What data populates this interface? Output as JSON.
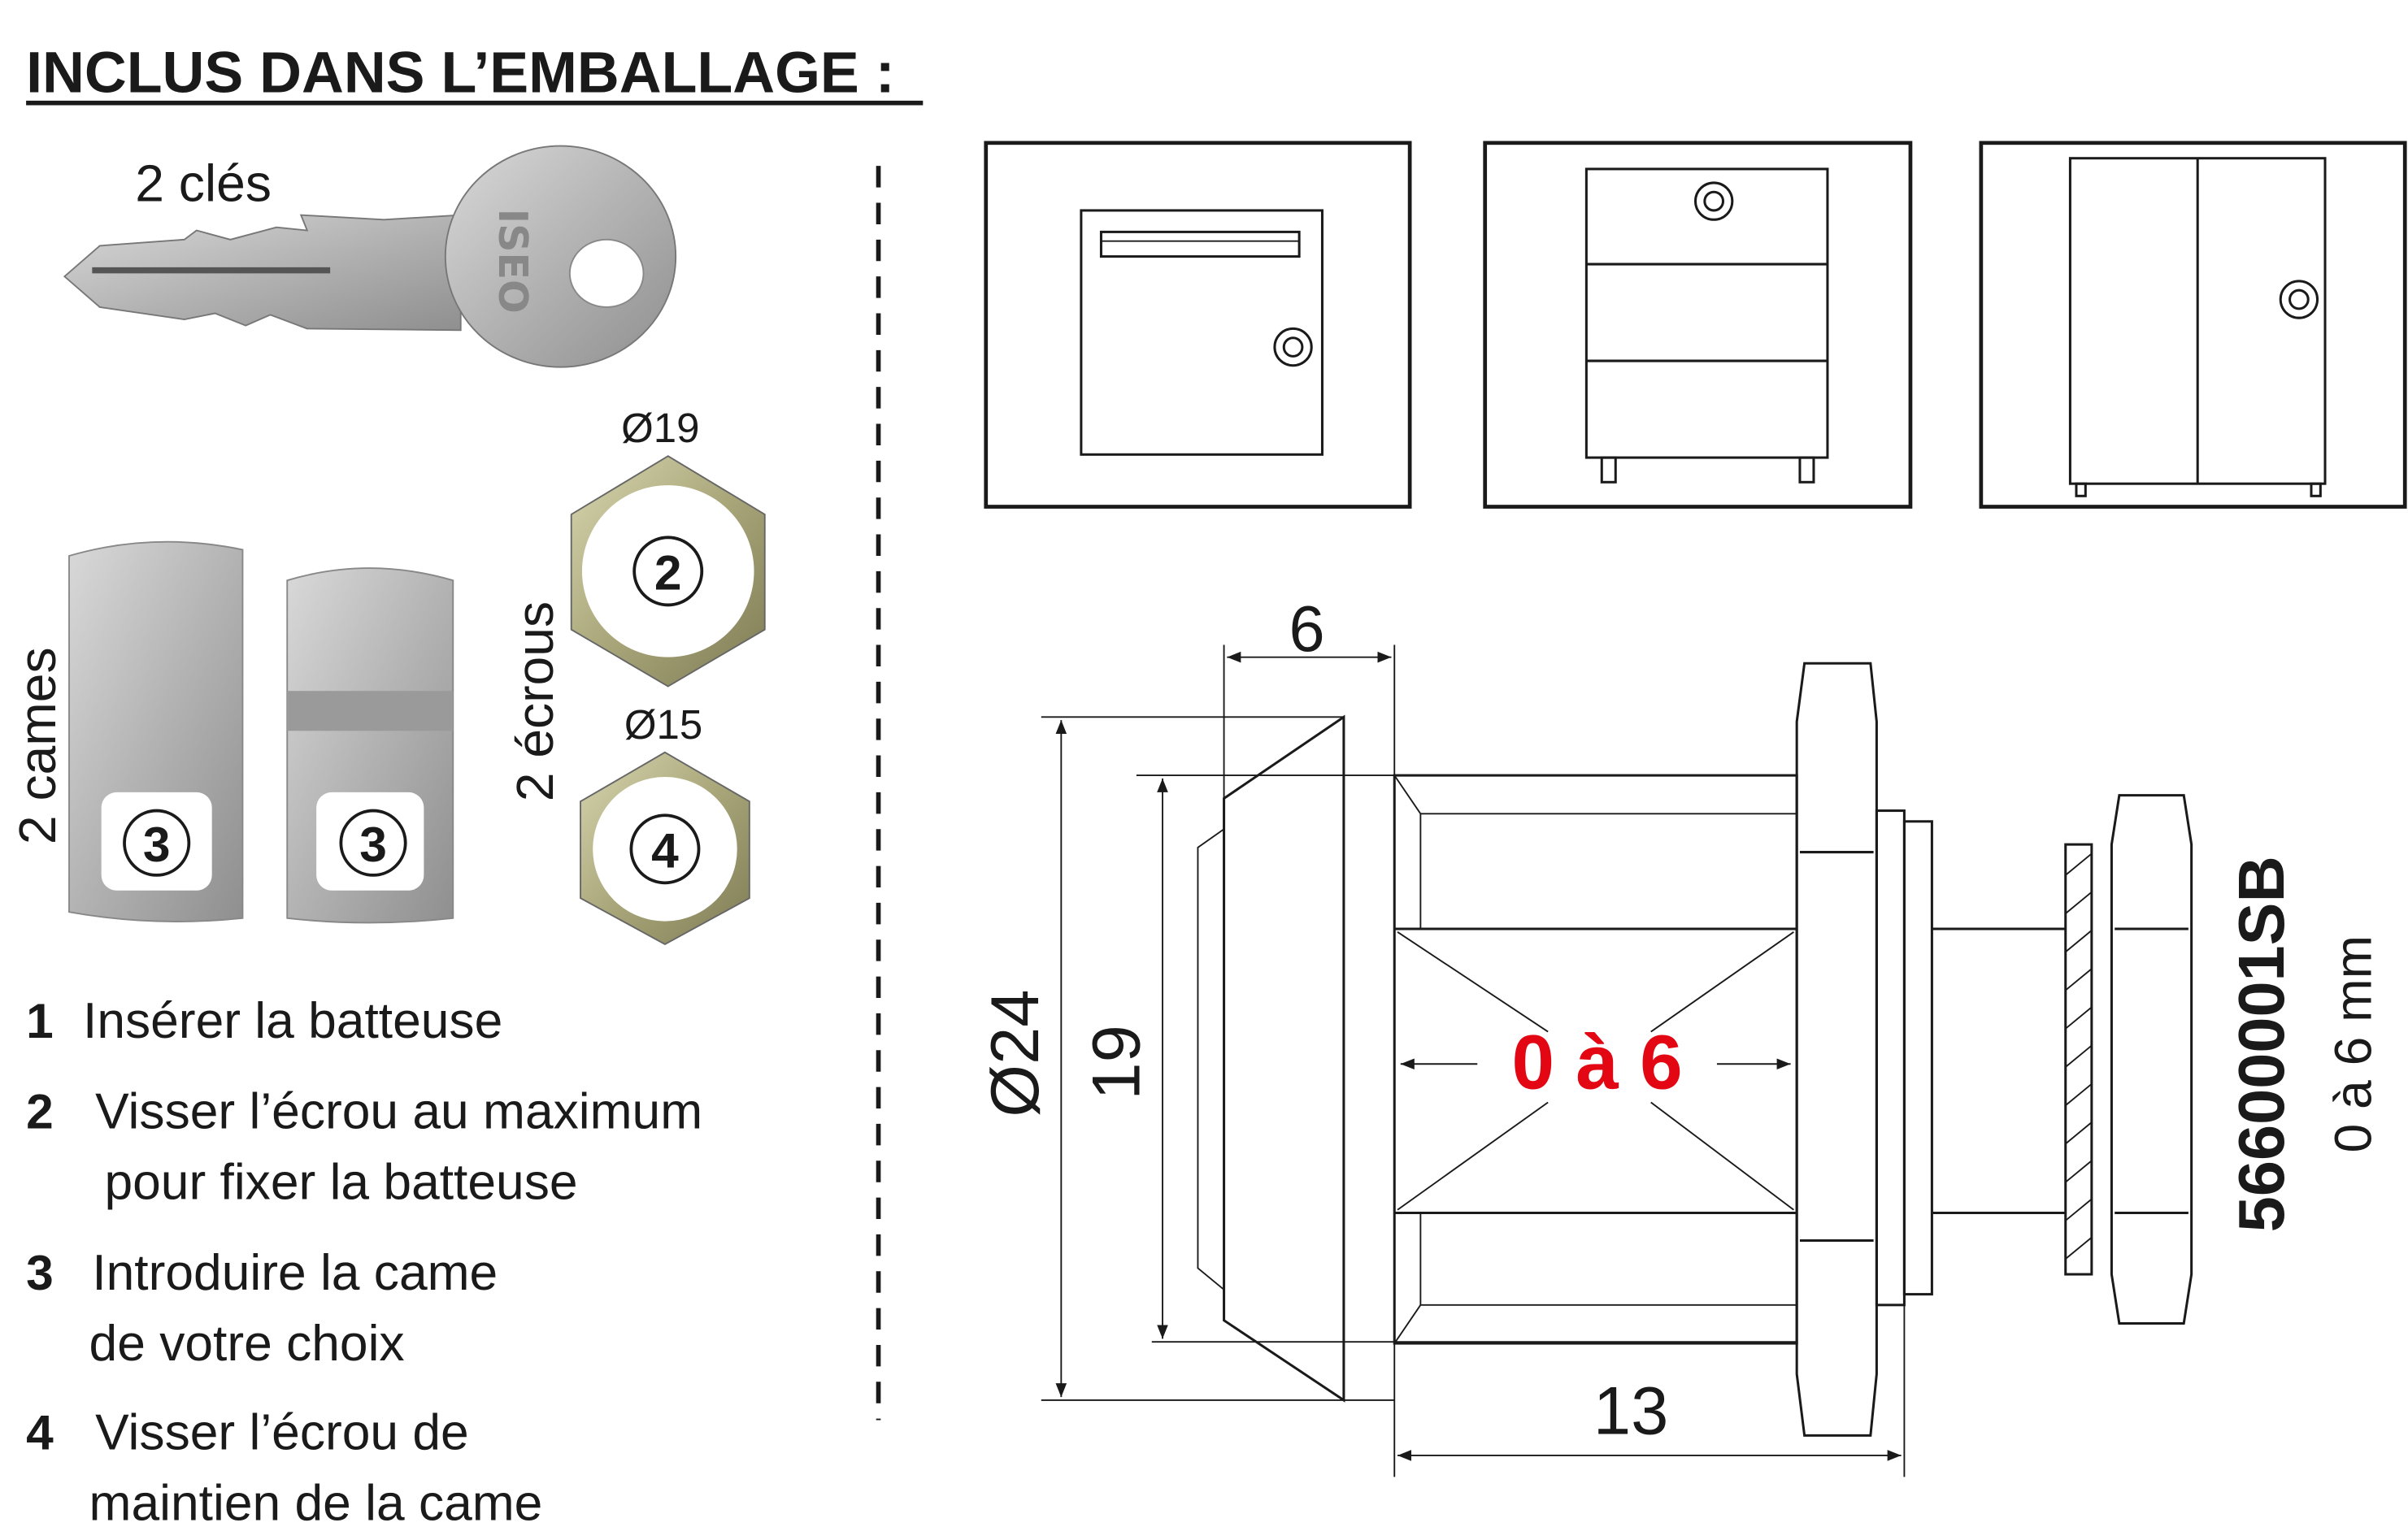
{
  "title": "INCLUS DANS L’EMBALLAGE :",
  "package": {
    "keys_label": "2 clés",
    "key_brand": "ISEO",
    "nuts_label": "2 écrous",
    "cams_label": "2 cames",
    "nut_large": {
      "diameter": "Ø19",
      "step": "2"
    },
    "nut_small": {
      "diameter": "Ø15",
      "step": "4"
    },
    "cam_steps": [
      "3",
      "3"
    ]
  },
  "instructions": [
    {
      "num": "1",
      "lines": [
        "Insérer la batteuse"
      ]
    },
    {
      "num": "2",
      "lines": [
        "Visser l’écrou au maximum",
        "pour fixer la batteuse"
      ]
    },
    {
      "num": "3",
      "lines": [
        "Introduire la came",
        "de votre choix"
      ]
    },
    {
      "num": "4",
      "lines": [
        "Visser l’écrou de",
        "maintien de la came"
      ]
    }
  ],
  "applications": [
    "mailbox",
    "drawer-cabinet",
    "wardrobe"
  ],
  "drawing": {
    "dim_top": "6",
    "dim_outer_diameter": "Ø24",
    "dim_inner": "19",
    "dim_bottom": "13",
    "thickness_range": "0 à 6",
    "reference": "56600001SB",
    "reference_range": "0 à 6 mm",
    "accent_color": "#e30613"
  }
}
